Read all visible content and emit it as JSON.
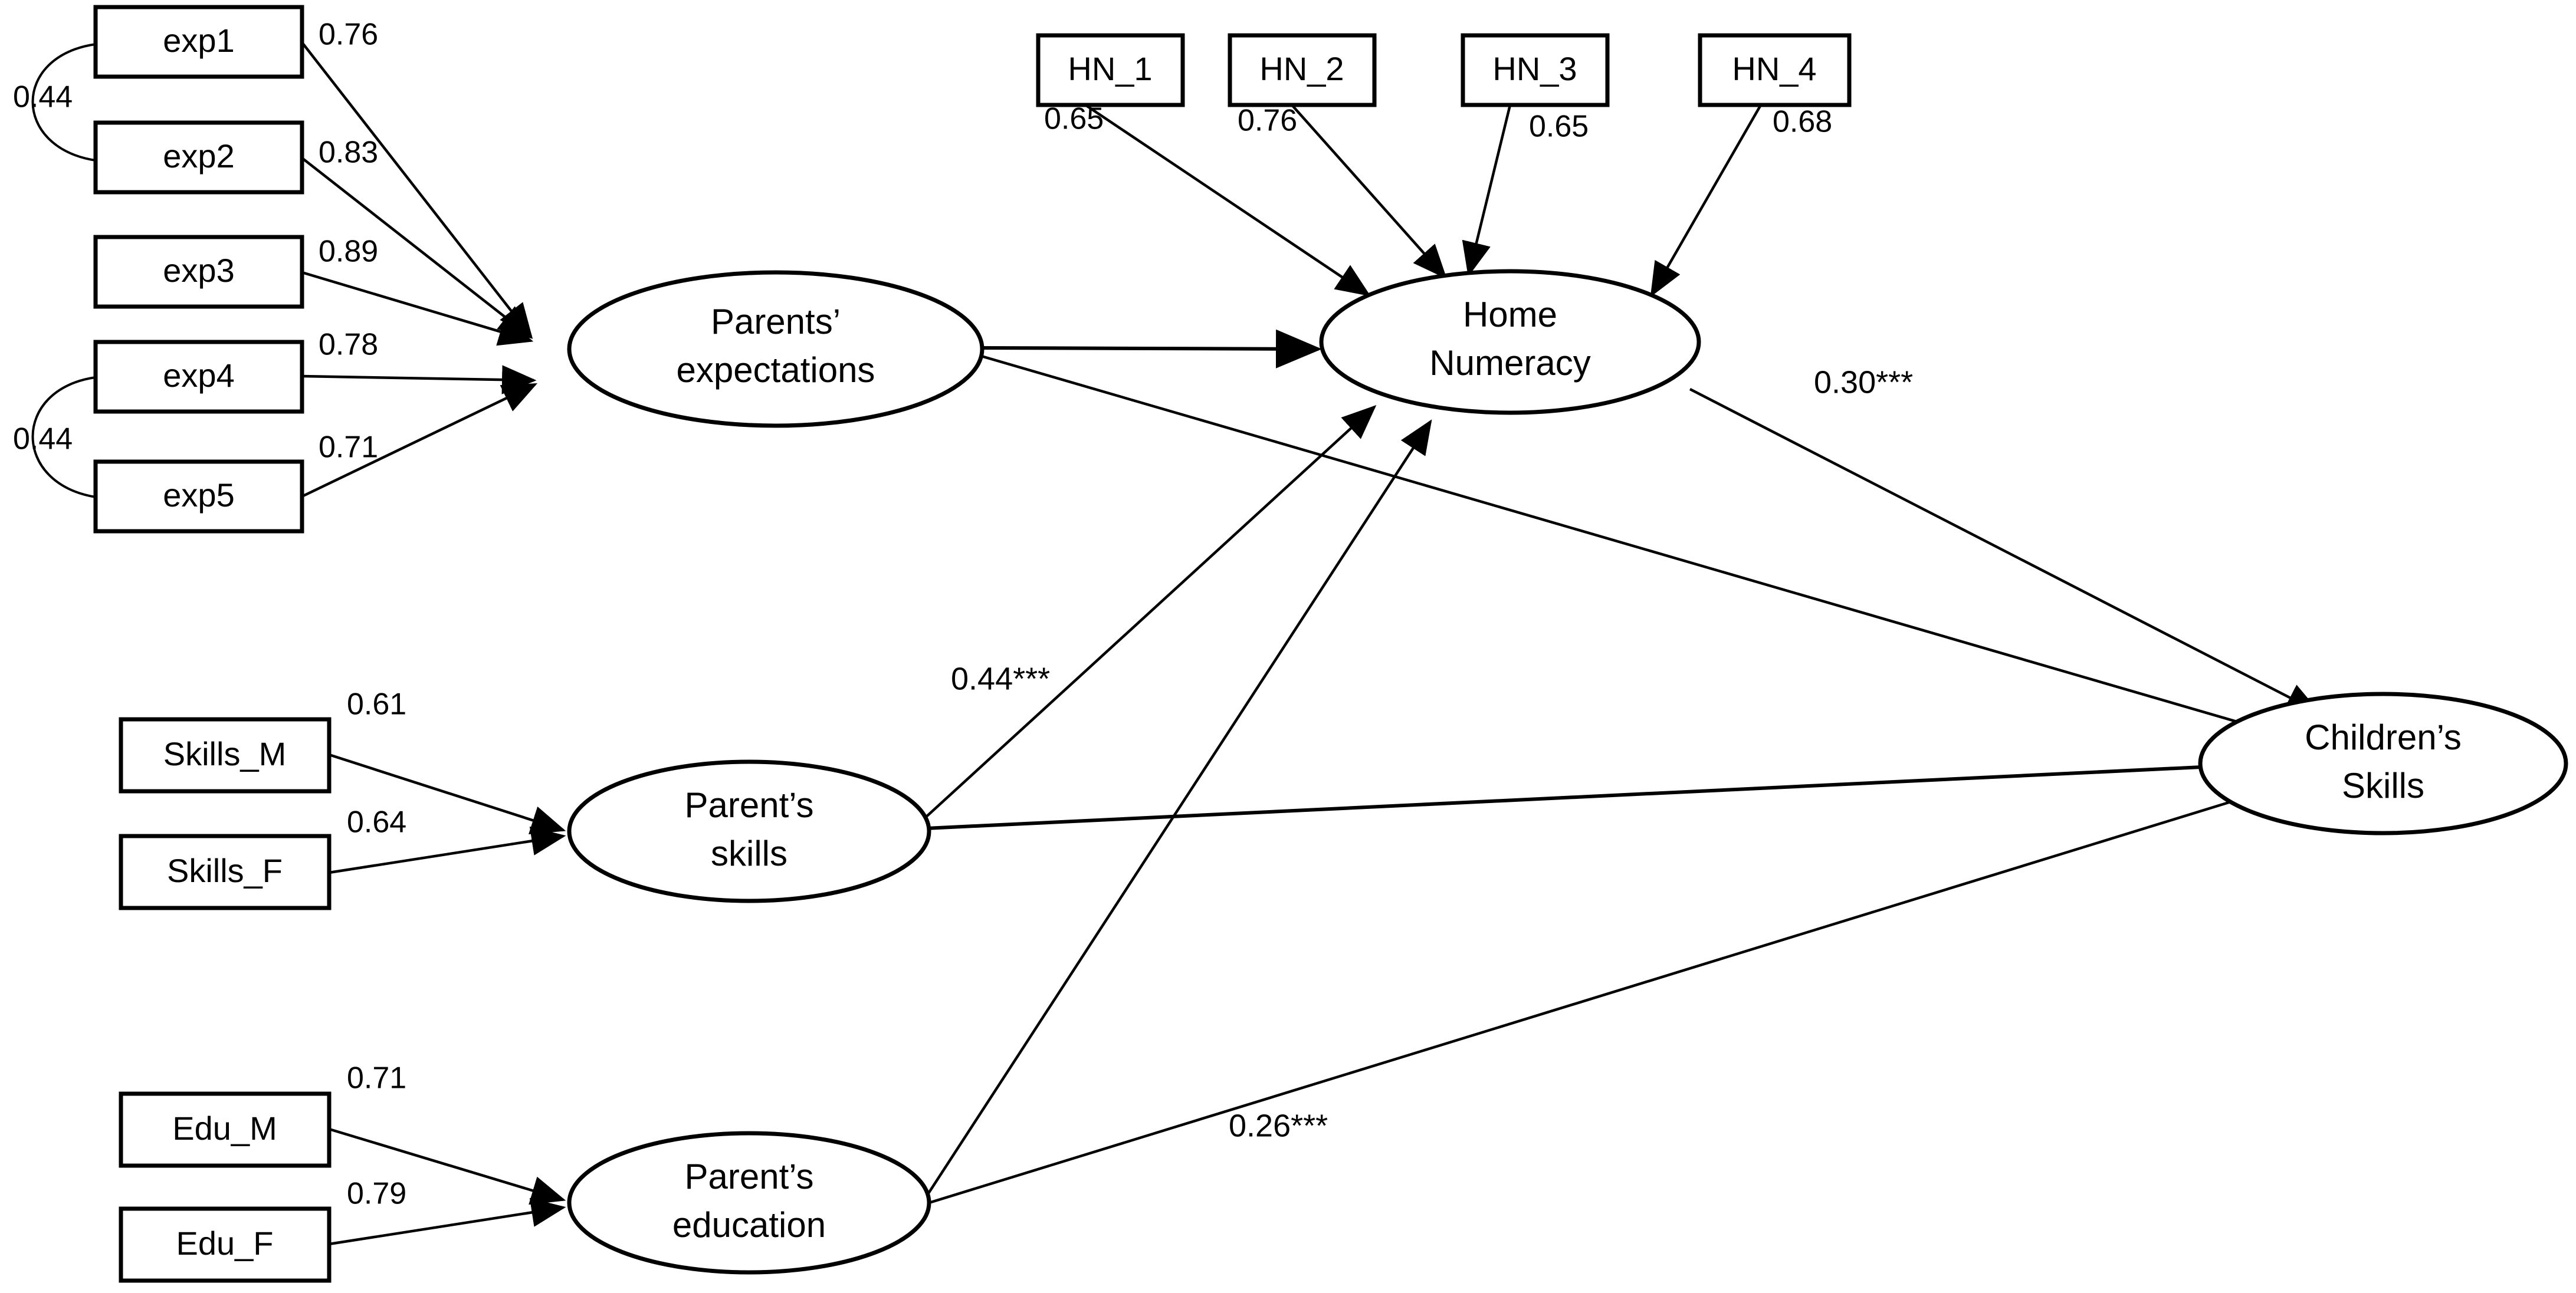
{
  "diagram": {
    "title": "Structural Equation Model: Parents' expectations, Home Numeracy and Children's Skills",
    "type": "path-diagram",
    "stroke_color": "#000000",
    "background_color": "#ffffff"
  },
  "observed_variables": [
    {
      "id": "exp1",
      "label": "exp1"
    },
    {
      "id": "exp2",
      "label": "exp2"
    },
    {
      "id": "exp3",
      "label": "exp3"
    },
    {
      "id": "exp4",
      "label": "exp4"
    },
    {
      "id": "exp5",
      "label": "exp5"
    },
    {
      "id": "HN_1",
      "label": "HN_1"
    },
    {
      "id": "HN_2",
      "label": "HN_2"
    },
    {
      "id": "HN_3",
      "label": "HN_3"
    },
    {
      "id": "HN_4",
      "label": "HN_4"
    },
    {
      "id": "Skills_M",
      "label": "Skills_M"
    },
    {
      "id": "Skills_F",
      "label": "Skills_F"
    },
    {
      "id": "Edu_M",
      "label": "Edu_M"
    },
    {
      "id": "Edu_F",
      "label": "Edu_F"
    }
  ],
  "latent_variables": [
    {
      "id": "expectations",
      "line1": "Parents’",
      "line2": "expectations"
    },
    {
      "id": "home_numeracy",
      "line1": "Home",
      "line2": "Numeracy"
    },
    {
      "id": "parent_skills",
      "line1": "Parent’s",
      "line2": "skills"
    },
    {
      "id": "parent_education",
      "line1": "Parent’s",
      "line2": "education"
    },
    {
      "id": "children_skills",
      "line1": "Children’s",
      "line2": "Skills"
    }
  ],
  "loadings": [
    {
      "from": "exp1",
      "to": "expectations",
      "value": "0.76"
    },
    {
      "from": "exp2",
      "to": "expectations",
      "value": "0.83"
    },
    {
      "from": "exp3",
      "to": "expectations",
      "value": "0.89"
    },
    {
      "from": "exp4",
      "to": "expectations",
      "value": "0.78"
    },
    {
      "from": "exp5",
      "to": "expectations",
      "value": "0.71"
    },
    {
      "from": "HN_1",
      "to": "home_numeracy",
      "value": "0.65"
    },
    {
      "from": "HN_2",
      "to": "home_numeracy",
      "value": "0.76"
    },
    {
      "from": "HN_3",
      "to": "home_numeracy",
      "value": "0.65"
    },
    {
      "from": "HN_4",
      "to": "home_numeracy",
      "value": "0.68"
    },
    {
      "from": "Skills_M",
      "to": "parent_skills",
      "value": "0.61"
    },
    {
      "from": "Skills_F",
      "to": "parent_skills",
      "value": "0.64"
    },
    {
      "from": "Edu_M",
      "to": "parent_education",
      "value": "0.71"
    },
    {
      "from": "Edu_F",
      "to": "parent_education",
      "value": "0.79"
    }
  ],
  "correlations": [
    {
      "between": [
        "exp1",
        "exp2"
      ],
      "value": "0.44"
    },
    {
      "between": [
        "exp4",
        "exp5"
      ],
      "value": "0.44"
    }
  ],
  "structural_paths": [
    {
      "from": "expectations",
      "to": "home_numeracy",
      "value": ""
    },
    {
      "from": "expectations",
      "to": "children_skills",
      "value": ""
    },
    {
      "from": "parent_skills",
      "to": "home_numeracy",
      "value": "0.44***"
    },
    {
      "from": "parent_skills",
      "to": "children_skills",
      "value": ""
    },
    {
      "from": "parent_education",
      "to": "home_numeracy",
      "value": ""
    },
    {
      "from": "parent_education",
      "to": "children_skills",
      "value": "0.26***"
    },
    {
      "from": "home_numeracy",
      "to": "children_skills",
      "value": "0.30***"
    }
  ],
  "chart_data": {
    "type": "diagram",
    "title": "Structural equation model of parental factors predicting children's skills",
    "nodes": {
      "observed": [
        "exp1",
        "exp2",
        "exp3",
        "exp4",
        "exp5",
        "HN_1",
        "HN_2",
        "HN_3",
        "HN_4",
        "Skills_M",
        "Skills_F",
        "Edu_M",
        "Edu_F"
      ],
      "latent": [
        "Parents’ expectations",
        "Home Numeracy",
        "Parent’s skills",
        "Parent’s education",
        "Children’s Skills"
      ]
    },
    "edges": [
      {
        "source": "Parents’ expectations",
        "target": "exp1",
        "coef": 0.76,
        "kind": "loading"
      },
      {
        "source": "Parents’ expectations",
        "target": "exp2",
        "coef": 0.83,
        "kind": "loading"
      },
      {
        "source": "Parents’ expectations",
        "target": "exp3",
        "coef": 0.89,
        "kind": "loading"
      },
      {
        "source": "Parents’ expectations",
        "target": "exp4",
        "coef": 0.78,
        "kind": "loading"
      },
      {
        "source": "Parents’ expectations",
        "target": "exp5",
        "coef": 0.71,
        "kind": "loading"
      },
      {
        "source": "Home Numeracy",
        "target": "HN_1",
        "coef": 0.65,
        "kind": "loading"
      },
      {
        "source": "Home Numeracy",
        "target": "HN_2",
        "coef": 0.76,
        "kind": "loading"
      },
      {
        "source": "Home Numeracy",
        "target": "HN_3",
        "coef": 0.65,
        "kind": "loading"
      },
      {
        "source": "Home Numeracy",
        "target": "HN_4",
        "coef": 0.68,
        "kind": "loading"
      },
      {
        "source": "Parent’s skills",
        "target": "Skills_M",
        "coef": 0.61,
        "kind": "loading"
      },
      {
        "source": "Parent’s skills",
        "target": "Skills_F",
        "coef": 0.64,
        "kind": "loading"
      },
      {
        "source": "Parent’s education",
        "target": "Edu_M",
        "coef": 0.71,
        "kind": "loading"
      },
      {
        "source": "Parent’s education",
        "target": "Edu_F",
        "coef": 0.79,
        "kind": "loading"
      },
      {
        "source": "exp1",
        "target": "exp2",
        "coef": 0.44,
        "kind": "covariance"
      },
      {
        "source": "exp4",
        "target": "exp5",
        "coef": 0.44,
        "kind": "covariance"
      },
      {
        "source": "Parents’ expectations",
        "target": "Home Numeracy",
        "coef": null,
        "kind": "regression"
      },
      {
        "source": "Parents’ expectations",
        "target": "Children’s Skills",
        "coef": null,
        "kind": "regression"
      },
      {
        "source": "Parent’s skills",
        "target": "Home Numeracy",
        "coef": 0.44,
        "sig": "***",
        "kind": "regression"
      },
      {
        "source": "Parent’s skills",
        "target": "Children’s Skills",
        "coef": null,
        "kind": "regression"
      },
      {
        "source": "Parent’s education",
        "target": "Home Numeracy",
        "coef": null,
        "kind": "regression"
      },
      {
        "source": "Parent’s education",
        "target": "Children’s Skills",
        "coef": 0.26,
        "sig": "***",
        "kind": "regression"
      },
      {
        "source": "Home Numeracy",
        "target": "Children’s Skills",
        "coef": 0.3,
        "sig": "***",
        "kind": "regression"
      }
    ]
  }
}
